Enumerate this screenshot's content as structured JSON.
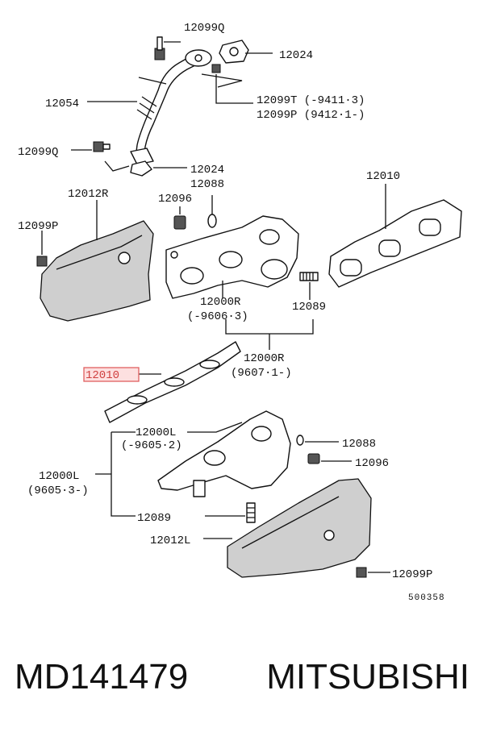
{
  "labels": {
    "l_12099Q_top": "12099Q",
    "l_12024_top": "12024",
    "l_12054": "12054",
    "l_12099T": "12099T (-9411·3)",
    "l_12099P_r": "12099P (9412·1-)",
    "l_12099Q_left": "12099Q",
    "l_12024_mid": "12024",
    "l_12012R": "12012R",
    "l_12088_top": "12088",
    "l_12096_top": "12096",
    "l_12010_top": "12010",
    "l_12099P_left": "12099P",
    "l_12000R": "12000R",
    "l_12000R_range1": "(-9606·3)",
    "l_12089_top": "12089",
    "l_12000R_b": "12000R",
    "l_12000R_range2": "(9607·1-)",
    "l_12010_hl": "12010",
    "l_12000L": "12000L",
    "l_12000L_range1": "(-9605·2)",
    "l_12088_bot": "12088",
    "l_12096_bot": "12096",
    "l_12000L_b": "12000L",
    "l_12000L_range2": "(9605·3-)",
    "l_12089_bot": "12089",
    "l_12012L": "12012L",
    "l_12099P_bot": "12099P",
    "diagram_code": "500358"
  },
  "footer": {
    "part_number": "MD141479",
    "brand": "MITSUBISHI"
  },
  "colors": {
    "highlight": "#e06060",
    "highlight_fill": "#fde0e0",
    "line": "#111111"
  }
}
